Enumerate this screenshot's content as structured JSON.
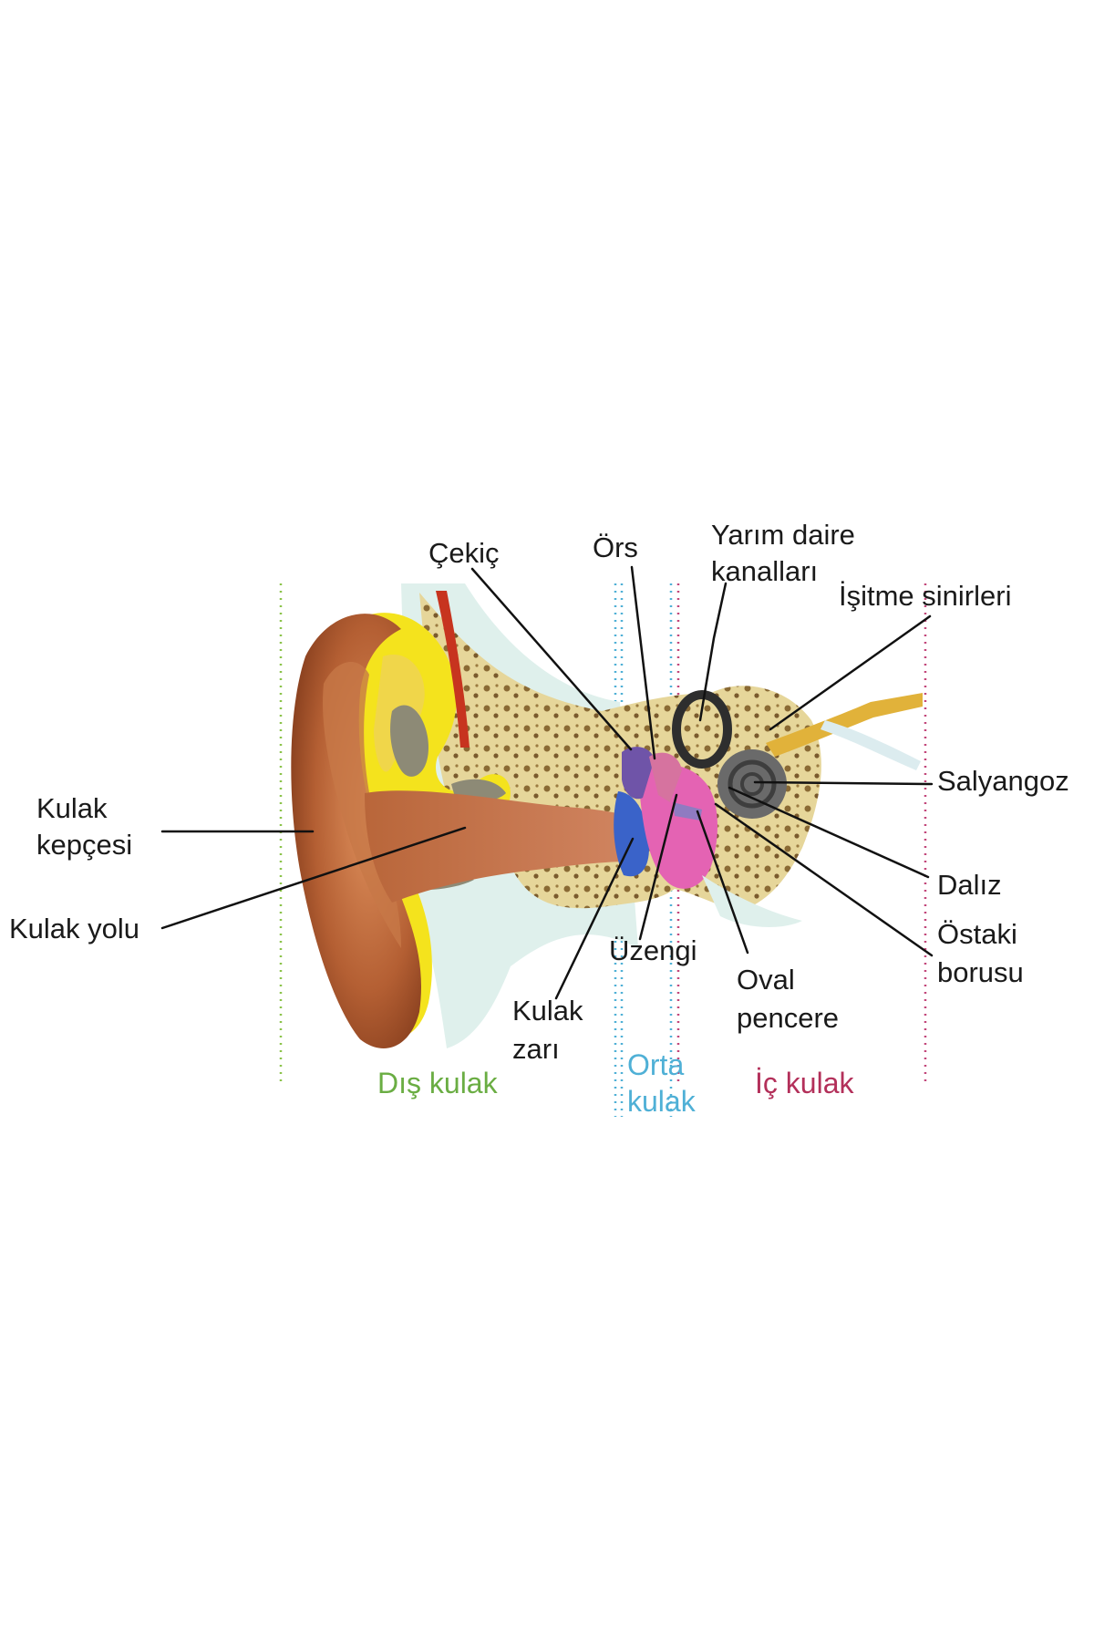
{
  "labels": {
    "cekic": "Çekiç",
    "ors": "Örs",
    "yarim_daire": "Yarım daire",
    "kanallari": "kanalları",
    "isitme_sinirleri": "İşitme sinirleri",
    "kulak_kepcesi_1": "Kulak",
    "kulak_kepcesi_2": "kepçesi",
    "salyangoz": "Salyangoz",
    "kulak_yolu": "Kulak yolu",
    "daliz": "Dalız",
    "ostaki_1": "Östaki",
    "ostaki_2": "borusu",
    "uzengi": "Üzengi",
    "oval_1": "Oval",
    "oval_2": "pencere",
    "kulak_zari_1": "Kulak",
    "kulak_zari_2": "zarı"
  },
  "zones": {
    "outer": "Dış kulak",
    "middle_1": "Orta",
    "middle_2": "kulak",
    "inner": "İç kulak"
  },
  "colors": {
    "outer_zone": "#6aad43",
    "middle_zone": "#4fb0d6",
    "inner_zone": "#b3305a",
    "skin": "#a9552b",
    "bone": "#e8d79b",
    "cartilage": "#f2e21c"
  }
}
